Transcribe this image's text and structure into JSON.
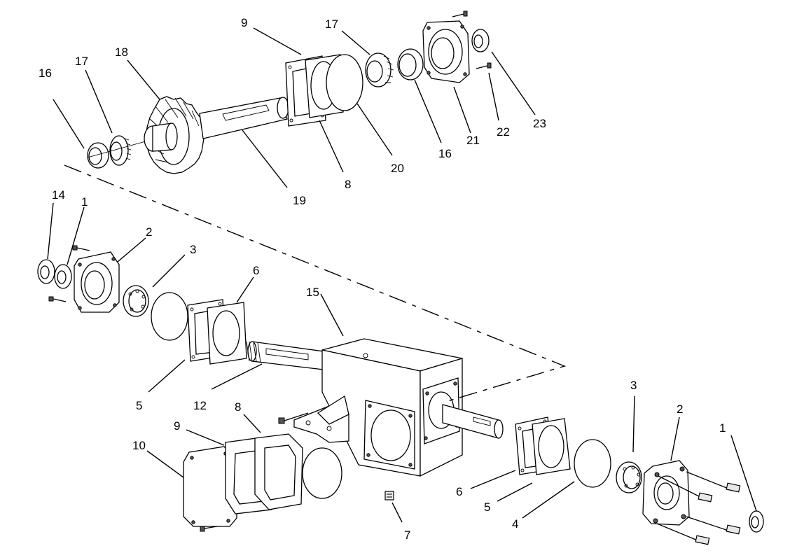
{
  "labels": {
    "top_16_left": "16",
    "top_17_left": "17",
    "top_18": "18",
    "top_9": "9",
    "top_17_right": "17",
    "top_19": "19",
    "top_8": "8",
    "top_20": "20",
    "top_16_right": "16",
    "top_21": "21",
    "top_22": "22",
    "top_23": "23",
    "left_14": "14",
    "left_1": "1",
    "left_2": "2",
    "left_3": "3",
    "left_6": "6",
    "left_5": "5",
    "center_15": "15",
    "center_12": "12",
    "bottom_10": "10",
    "bottom_9": "9",
    "bottom_8": "8",
    "bottom_7": "7",
    "right_6": "6",
    "right_5": "5",
    "right_4": "4",
    "right_3": "3",
    "right_2": "2",
    "right_1": "1"
  }
}
